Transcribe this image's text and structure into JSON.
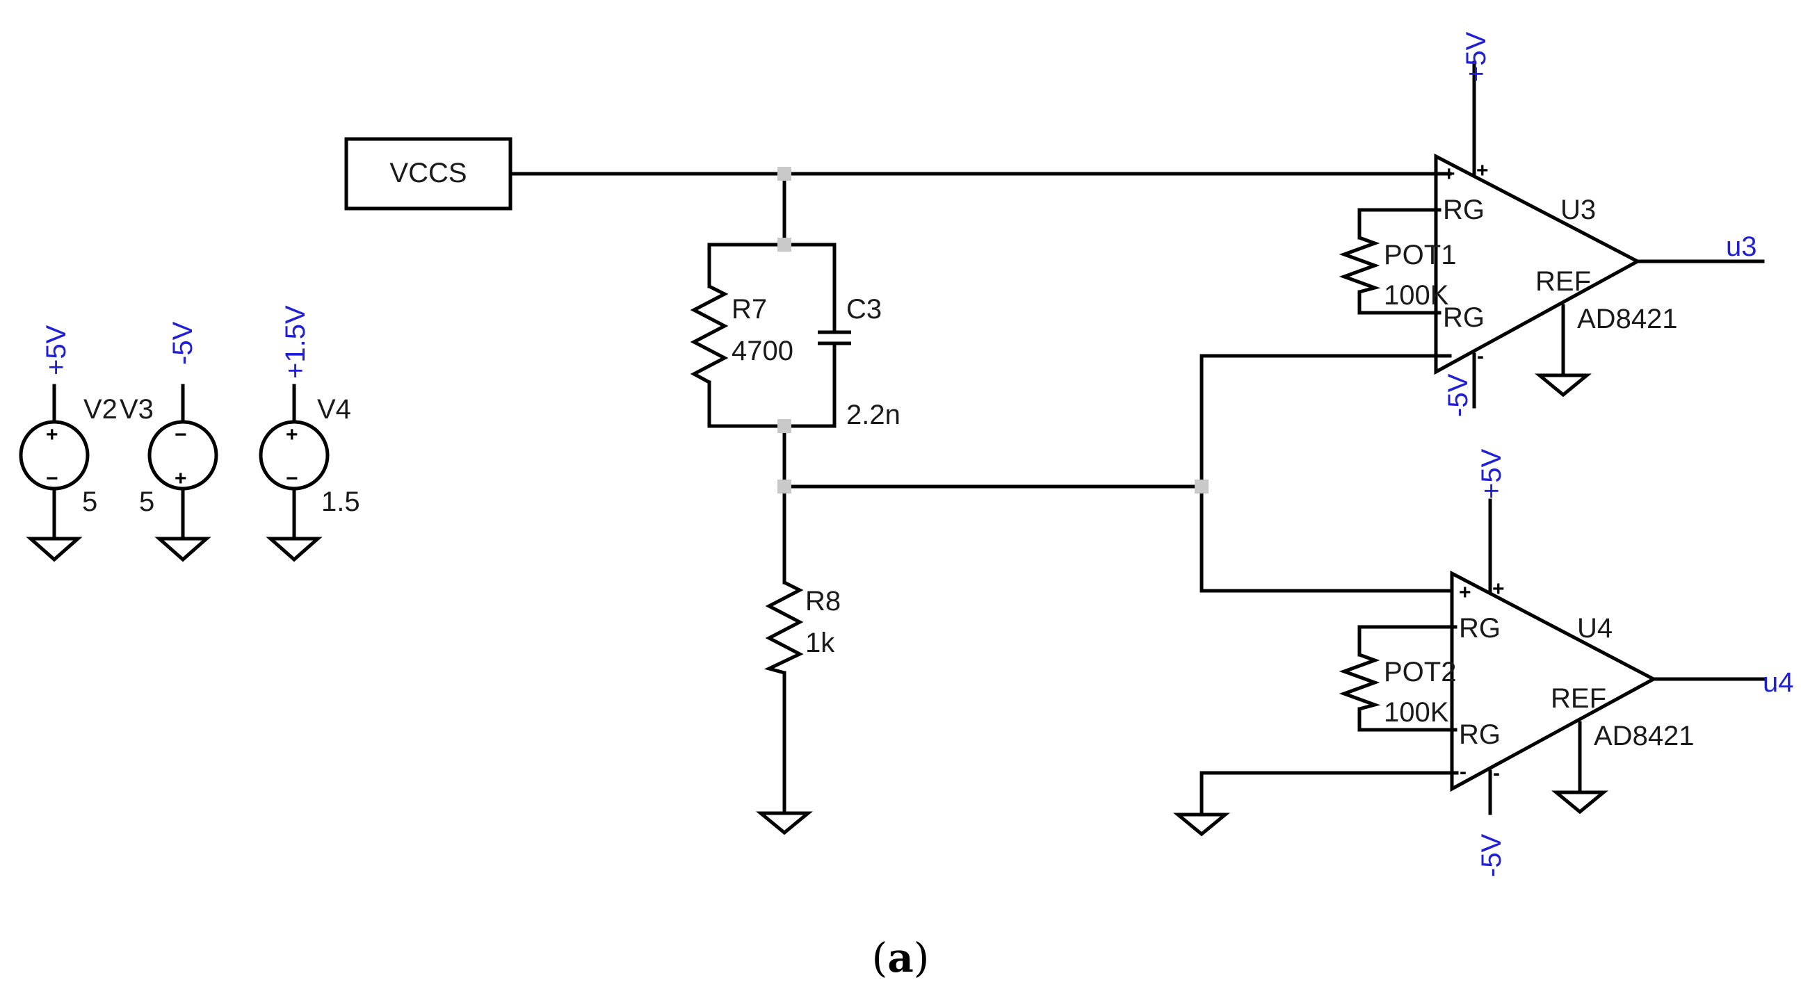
{
  "figure": {
    "caption_open": "(",
    "caption_letter": "a",
    "caption_close": ")"
  },
  "sources": {
    "v2": {
      "name": "V2",
      "value": "5",
      "net": "+5V"
    },
    "v3": {
      "name": "V3",
      "value": "5",
      "net": "-5V"
    },
    "v4": {
      "name": "V4",
      "value": "1.5",
      "net": "+1.5V"
    }
  },
  "vccs": {
    "label": "VCCS"
  },
  "r7": {
    "name": "R7",
    "value": "4700"
  },
  "c3": {
    "name": "C3",
    "value": "2.2n"
  },
  "r8": {
    "name": "R8",
    "value": "1k"
  },
  "u3": {
    "name": "U3",
    "part": "AD8421",
    "rg_top": "RG",
    "rg_bottom": "RG",
    "ref": "REF",
    "plus": "+",
    "minus": "-",
    "vpos_net": "+5V",
    "vneg_net": "-5V",
    "out_net": "u3",
    "pot_name": "POT1",
    "pot_value": "100K"
  },
  "u4": {
    "name": "U4",
    "part": "AD8421",
    "rg_top": "RG",
    "rg_bottom": "RG",
    "ref": "REF",
    "plus": "+",
    "minus": "-",
    "vpos_net": "+5V",
    "vneg_net": "-5V",
    "out_net": "u4",
    "pot_name": "POT2",
    "pot_value": "100K"
  },
  "source_symbols": {
    "plus": "+",
    "minus": "−"
  },
  "colors": {
    "wire": "#000000",
    "net_label": "#1f1fd6",
    "junction": "#c8c8c8"
  }
}
